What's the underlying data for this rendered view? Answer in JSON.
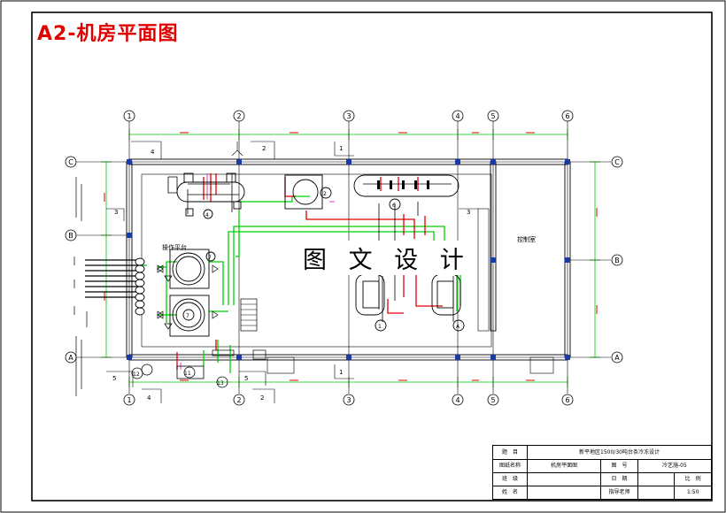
{
  "title": "A2-机房平面图",
  "watermark": "图 文 设 计",
  "axis_labels": {
    "columns": [
      "1",
      "2",
      "3",
      "4",
      "5",
      "6"
    ],
    "rows": [
      "C",
      "B",
      "A"
    ]
  },
  "section_marks": {
    "top": [
      "4",
      "2",
      "1",
      "3",
      "3"
    ],
    "bottom": [
      "5",
      "4",
      "5",
      "2",
      "1"
    ]
  },
  "room_labels": {
    "operating_platform": "操作平台",
    "control_room": "控制室"
  },
  "equipment_tags": [
    "1",
    "2",
    "4",
    "6",
    "7",
    "7",
    "10",
    "11",
    "12",
    "13",
    "A"
  ],
  "title_block": {
    "row1": {
      "label": "题　目",
      "value": "新平地区1500/30吨台条冷冻设计"
    },
    "row2": {
      "label": "图纸名称",
      "value": "机房平面图",
      "label2": "图　号",
      "value2": "冷艺施-05"
    },
    "row3": {
      "label": "班　级",
      "value": "",
      "label2": "日　期",
      "value2": "",
      "label3": "比　例"
    },
    "row4": {
      "label": "姓　名",
      "value": "",
      "label2": "指导老师",
      "value2": "",
      "value3": "1:50"
    }
  }
}
